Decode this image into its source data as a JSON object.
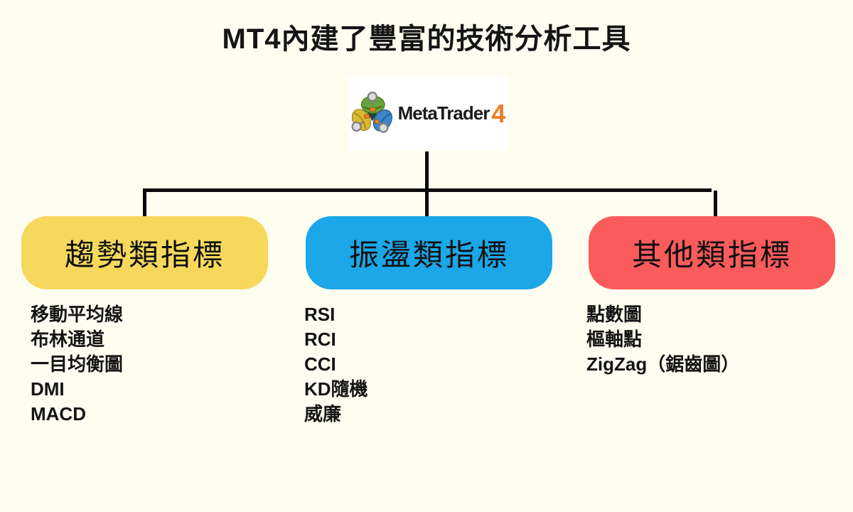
{
  "title": "MT4內建了豐富的技術分析工具",
  "logo": {
    "brand": "MetaTrader",
    "version": "4",
    "brand_color": "#1b1b1b",
    "version_color": "#EE7D24",
    "card_background": "#ffffff",
    "mark": "metatrader-triskelion"
  },
  "colors": {
    "page_background": "#FFFDF0",
    "connector_line": "#0b0b0b",
    "category_trend": "#F6D95C",
    "category_oscillator": "#1BA7E8",
    "category_other": "#FA5B5B",
    "text": "#141414"
  },
  "categories": [
    {
      "label": "趨勢類指標",
      "color": "#F6D95C",
      "items": [
        "移動平均線",
        "布林通道",
        "一目均衡圖",
        "DMI",
        "MACD"
      ]
    },
    {
      "label": "振盪類指標",
      "color": "#1BA7E8",
      "items": [
        "RSI",
        "RCI",
        "CCI",
        "KD隨機",
        "威廉"
      ]
    },
    {
      "label": "其他類指標",
      "color": "#FA5B5B",
      "items": [
        "點數圖",
        "樞軸點",
        "ZigZag（鋸齒圖）"
      ]
    }
  ]
}
